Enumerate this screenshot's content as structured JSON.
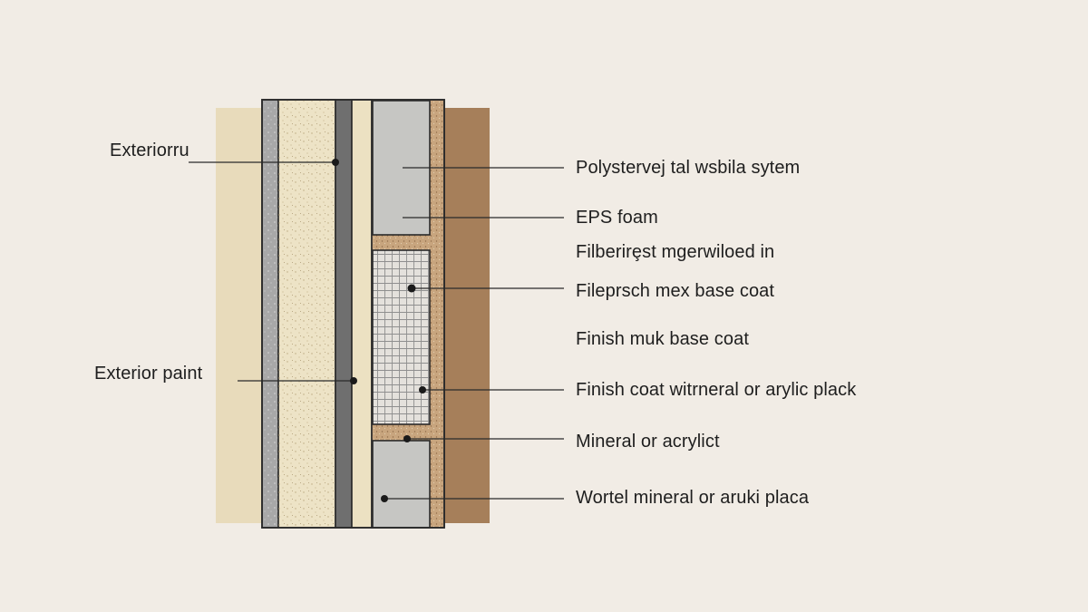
{
  "diagram": {
    "colors": {
      "background": "#f1ece5",
      "exterior_block": "#e8dbbb",
      "render_layer": "#ede3c6",
      "grey_layer": "#a8a8a8",
      "dark_layer": "#6f6f6f",
      "eps_foam": "#c6c6c3",
      "adhesive": "#c8a57e",
      "interior_block": "#a67f5a",
      "outline": "#2a2a2a"
    },
    "left_labels": [
      "Exteriorru",
      "Exterior paint"
    ],
    "right_labels": [
      "Polystervej tal wsbila sytem",
      "EPS foam",
      "Filberirȩst mgerwiloed in",
      "Fileprsch mex base coat",
      "Finish muk base coat",
      "Finish coat witrneral or arylic plack",
      "Mineral or acrylict",
      "Wortel mineral or aruki placa"
    ]
  }
}
